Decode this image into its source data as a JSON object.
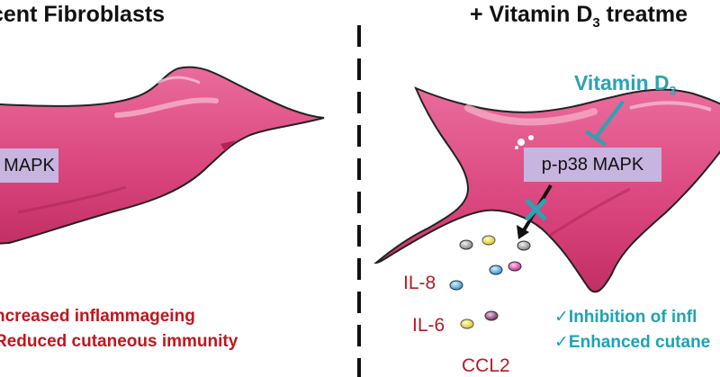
{
  "headings": {
    "left": "cent Fibroblasts",
    "right_prefix": "+ Vitamin D",
    "right_subscript": "3",
    "right_suffix": " treatme"
  },
  "left_panel": {
    "protein_label": "MAPK",
    "effects": [
      "ncreased inflammageing",
      "Reduced cutaneous immunity"
    ]
  },
  "right_panel": {
    "vitamin_label": "Vitamin D",
    "vitamin_subscript": "3",
    "protein_label": "p-p38 MAPK",
    "cytokines": [
      "IL-8",
      "IL-6",
      "CCL2"
    ],
    "effects": [
      "✓Inhibition of infl",
      "✓Enhanced cutane"
    ]
  },
  "colors": {
    "cell_fill": "#e0538a",
    "cell_dark": "#c23466",
    "highlight": "#f8b8cf",
    "box_fill": "#c7b4df",
    "inhibitor": "#2aa3b3",
    "left_effect_text": "#c0161d",
    "cytokine_text": "#b21d24",
    "right_effect_text": "#1ba4b3"
  }
}
